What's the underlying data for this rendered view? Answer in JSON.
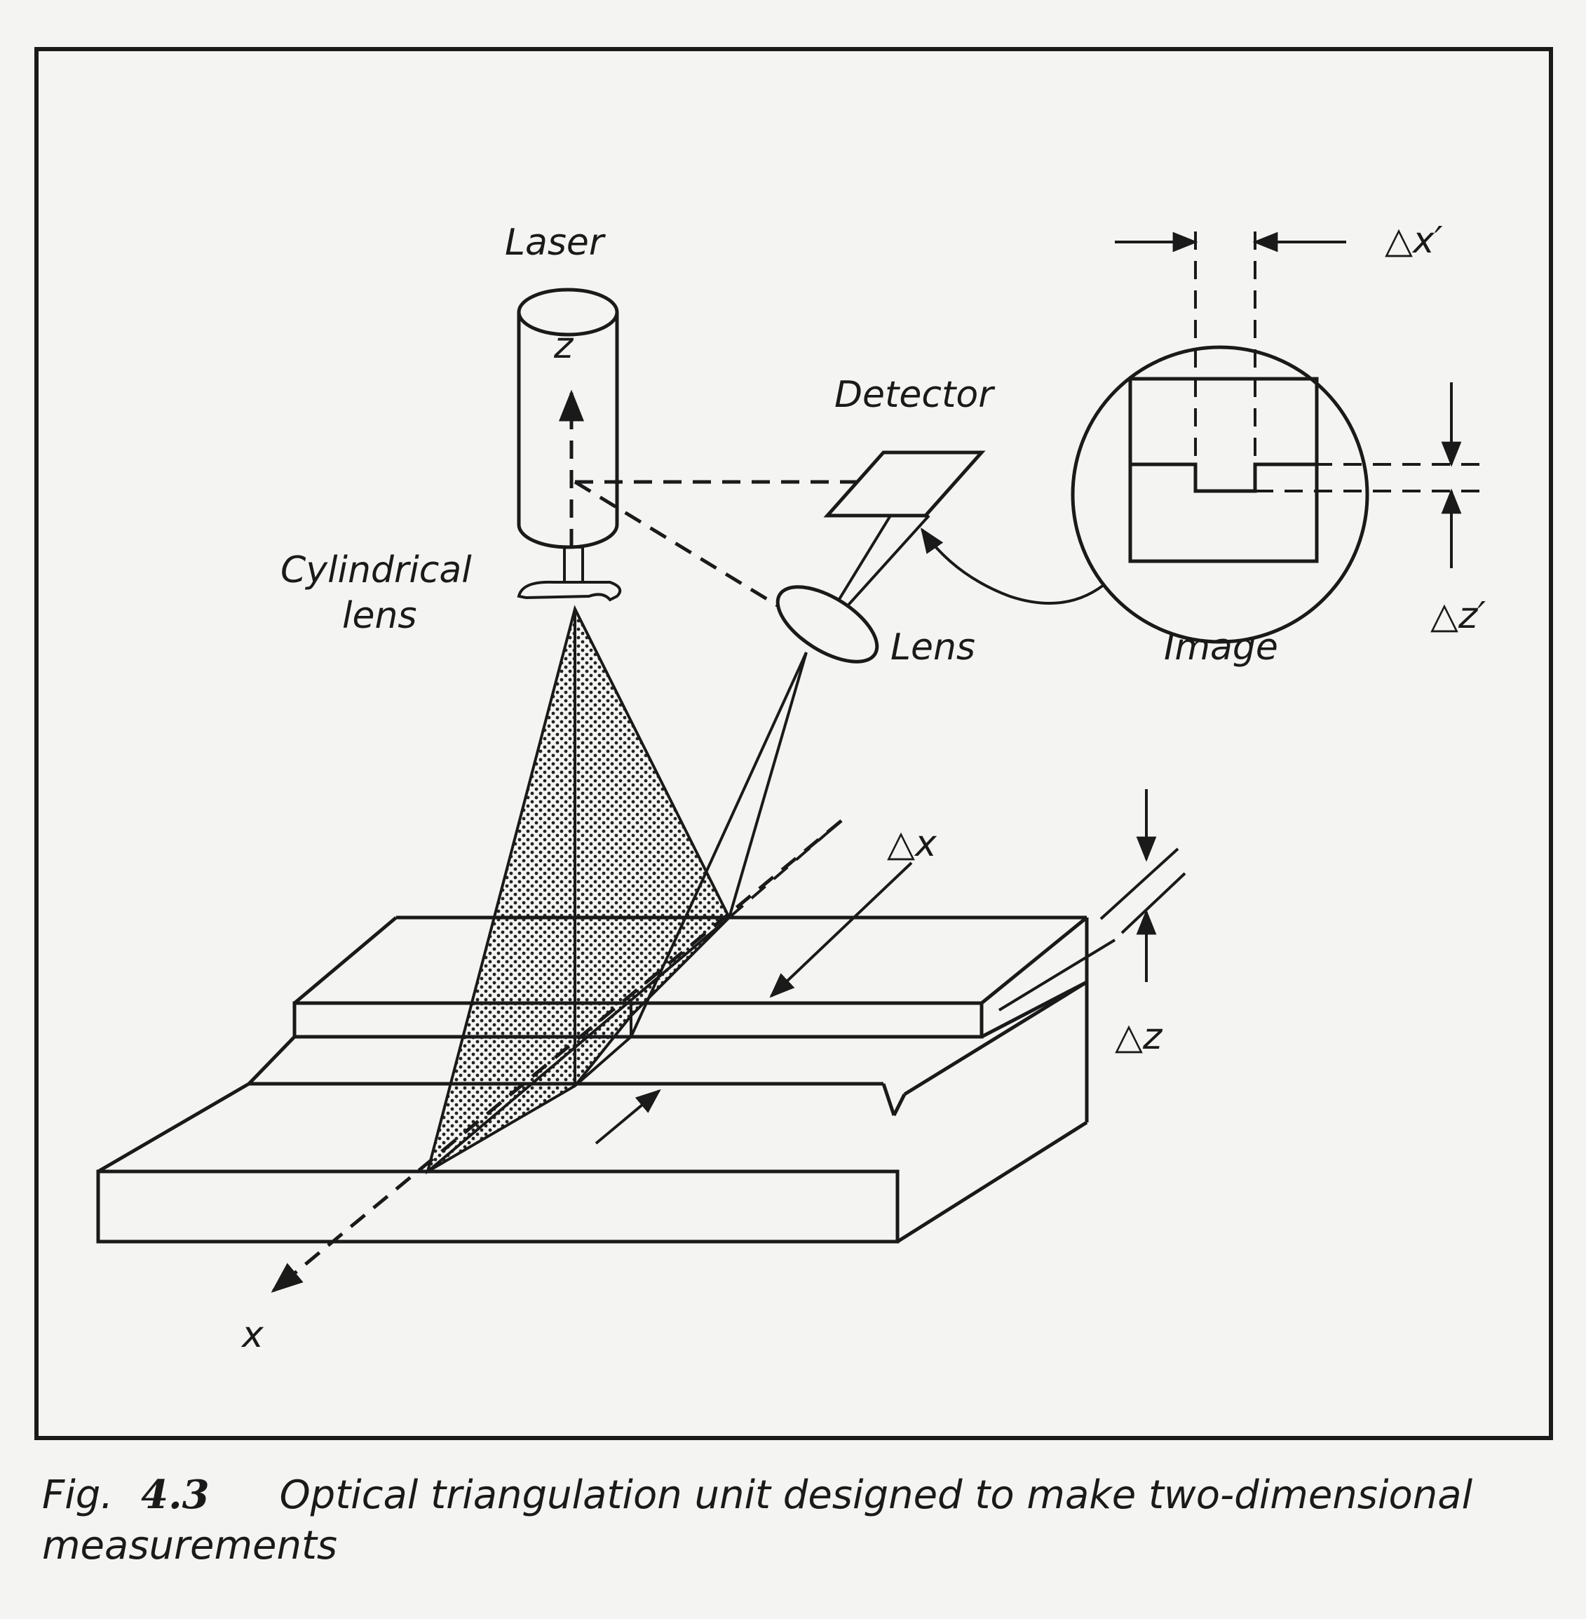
{
  "labels": {
    "laser": "Laser",
    "z_axis": "z",
    "detector": "Detector",
    "cylindrical_lens": "Cylindrical\nlens",
    "cylindrical_lens_line1": "Cylindrical",
    "cylindrical_lens_line2": "lens",
    "lens": "Lens",
    "image": "Image",
    "delta_x_prime": "△x′",
    "delta_z_prime": "△z′",
    "delta_x": "△x",
    "delta_z": "△z",
    "x_axis": "x"
  },
  "caption": {
    "prefix": "Fig.",
    "number": "4.3",
    "text": "Optical triangulation unit designed to make two-dimensional measurements"
  }
}
